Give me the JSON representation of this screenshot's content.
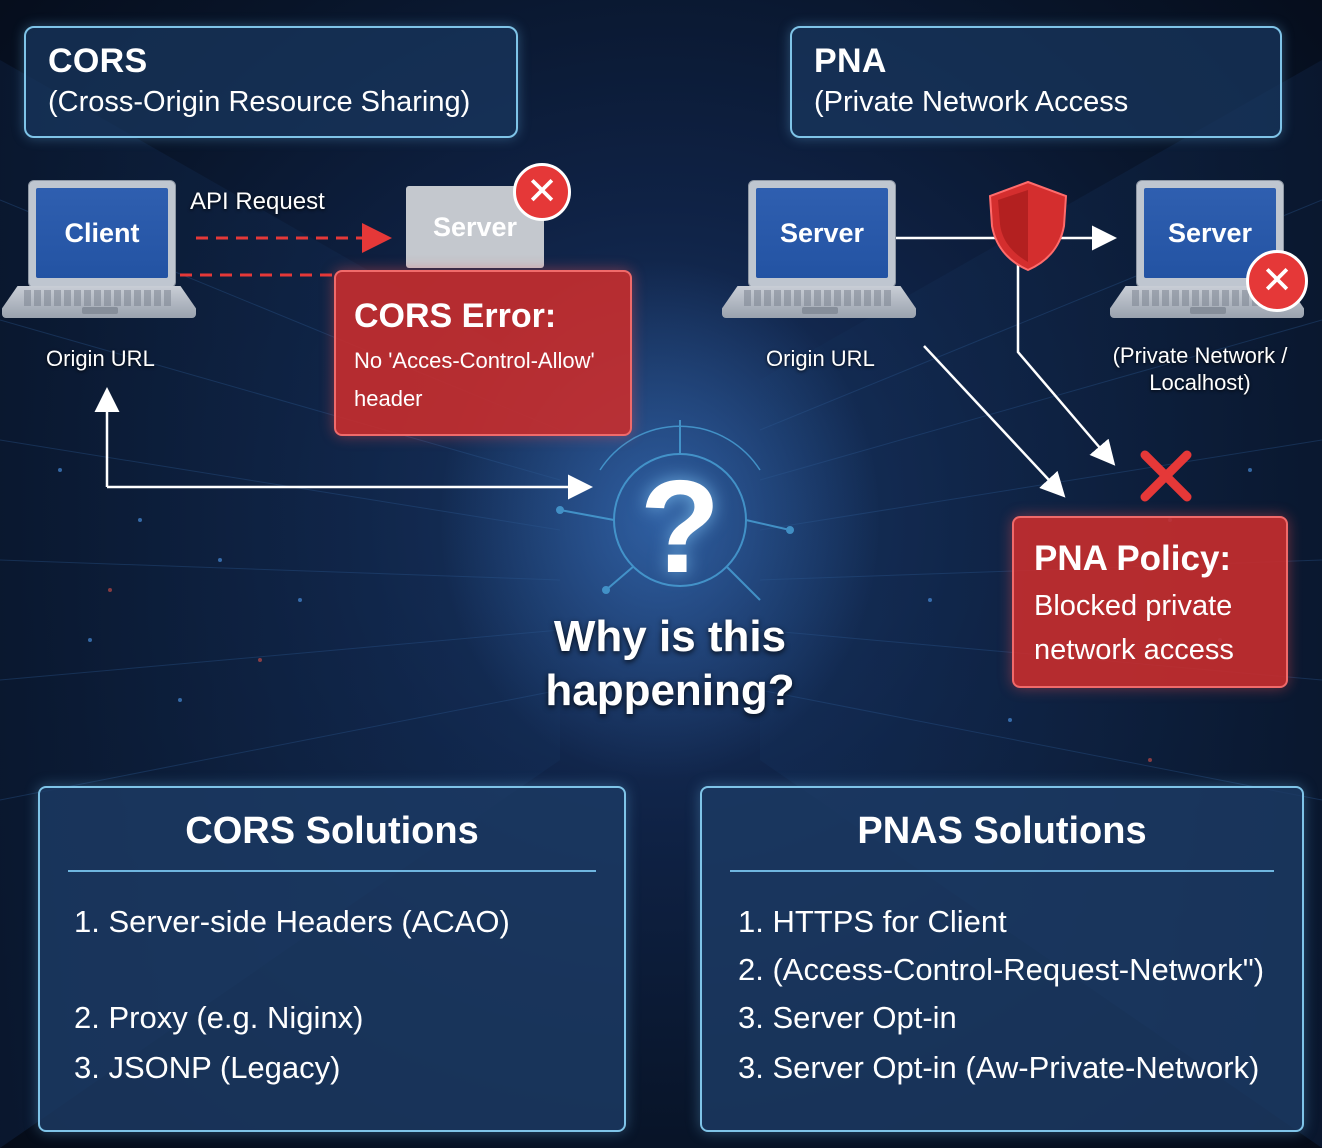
{
  "cors": {
    "title": "CORS",
    "subtitle": "(Cross-Origin Resource Sharing)",
    "client_label": "Client",
    "request_label": "API Request",
    "server_label": "Server",
    "origin_label": "Origin URL",
    "error_title": "CORS Error:",
    "error_line1": "No 'Acces-Control-Allow'",
    "error_line2": "header"
  },
  "pna": {
    "title": "PNA",
    "subtitle": "(Private Network Access",
    "server_left_label": "Server",
    "server_right_label": "Server",
    "origin_label": "Origin URL",
    "private_line1": "(Private Network /",
    "private_line2": "Localhost)",
    "policy_title": "PNA Policy:",
    "policy_line1": "Blocked private",
    "policy_line2": "network access"
  },
  "center": {
    "qmark": "?",
    "line1": "Why is this",
    "line2": "happening?"
  },
  "cors_solutions": {
    "title": "CORS Solutions",
    "items": [
      "1. Server-side Headers (ACAO)",
      "2. Proxy (e.g. Niginx)",
      "3. JSONP (Legacy)"
    ]
  },
  "pnas_solutions": {
    "title": "PNAS Solutions",
    "items": [
      "1. HTTPS for Client",
      "2. (Access-Control-Request-Network\")",
      "3. Server Opt-in",
      "3. Server Opt-in (Aw-Private-Network)"
    ]
  },
  "colors": {
    "accent_border": "#7fc4e8",
    "error_red": "#c82d2d",
    "laptop_screen": "#2f5fb0"
  },
  "icons": [
    "error-x-icon",
    "shield-icon",
    "question-icon"
  ]
}
